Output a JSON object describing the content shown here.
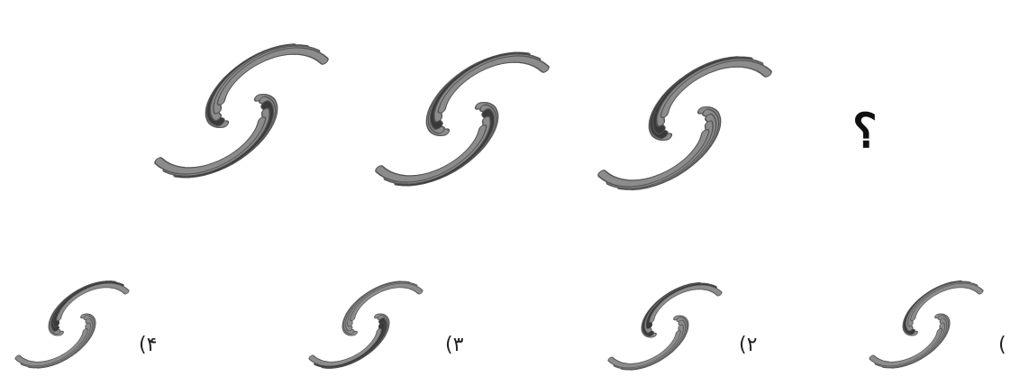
{
  "question": {
    "mark": "؟",
    "sequence": [
      {
        "highlighted": [
          2,
          6
        ]
      },
      {
        "highlighted": [
          2,
          7
        ]
      },
      {
        "highlighted": [
          6,
          7
        ]
      }
    ]
  },
  "options": [
    {
      "label": "(۴",
      "highlighted": [
        7,
        8
      ]
    },
    {
      "label": "(۳",
      "highlighted": [
        2,
        3
      ]
    },
    {
      "label": "(۲",
      "highlighted": [
        6,
        8
      ]
    },
    {
      "label": "(",
      "highlighted": [
        6
      ]
    }
  ],
  "colors": {
    "arm": "#8c8c8c",
    "highlight": "#3a3a3a",
    "outline": "#555555"
  }
}
